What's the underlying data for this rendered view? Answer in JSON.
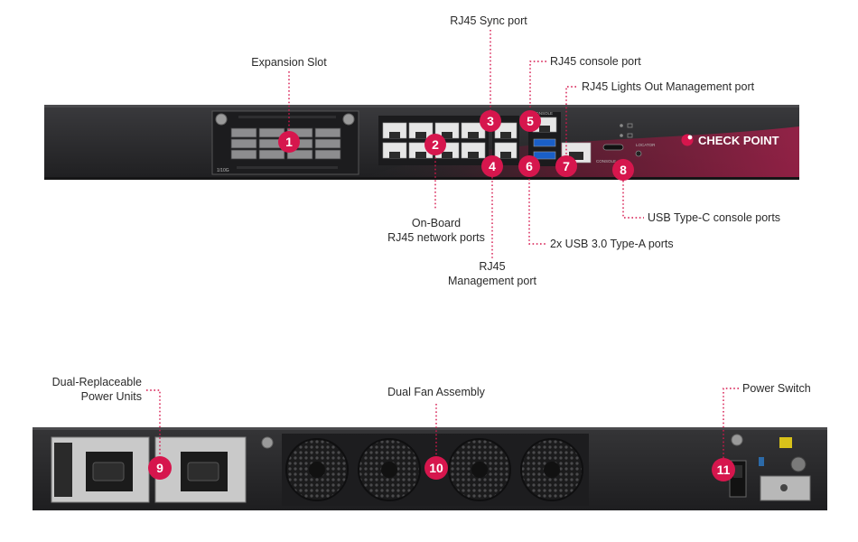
{
  "labels": {
    "expansion_slot": "Expansion Slot",
    "rj45_sync": "RJ45 Sync port",
    "rj45_console": "RJ45 console port",
    "rj45_lom": "RJ45 Lights Out Management port",
    "onboard_line1": "On-Board",
    "onboard_line2": "RJ45 network ports",
    "mgmt_line1": "RJ45",
    "mgmt_line2": "Management port",
    "usb_a": "2x USB 3.0 Type-A ports",
    "usb_c": "USB Type-C console ports",
    "psu_line1": "Dual-Replaceable",
    "psu_line2": "Power Units",
    "fan": "Dual Fan Assembly",
    "power_switch": "Power Switch"
  },
  "panel_marks": {
    "brand": "CHECK POINT",
    "sfp_speed": "1/10G",
    "console": "CONSOLE",
    "locator": "LOCATOR",
    "console_c": "CONSOLE"
  },
  "callouts": [
    "1",
    "2",
    "3",
    "4",
    "5",
    "6",
    "7",
    "8",
    "9",
    "10",
    "11"
  ],
  "colors": {
    "accent": "#d6164d",
    "chassis": "#2b2b2e",
    "chassis_dark": "#1c1c1e",
    "port": "#e6e6e6"
  }
}
